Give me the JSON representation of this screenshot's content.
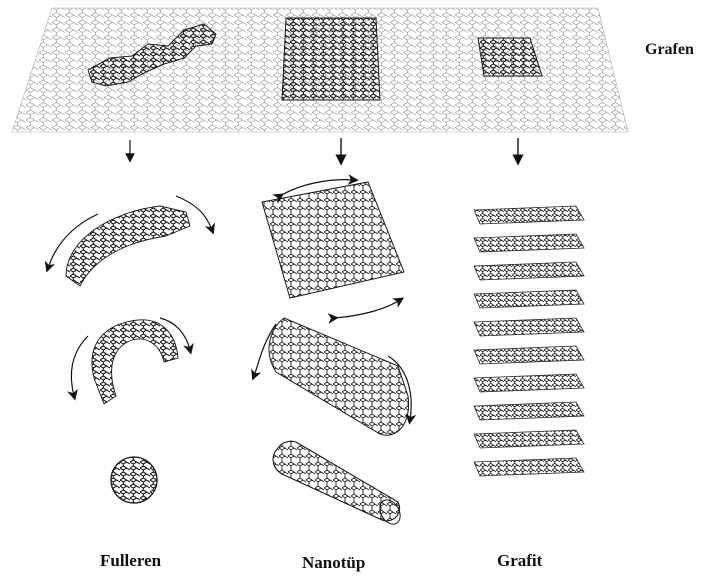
{
  "labels": {
    "graphene": "Grafen",
    "fullerene": "Fulleren",
    "nanotube": "Nanotüp",
    "graphite": "Grafit"
  },
  "colors": {
    "background": "#ffffff",
    "lattice_light": "#9a9a9a",
    "lattice_dark": "#1a1a1a",
    "ink": "#111111"
  },
  "graphite": {
    "layer_count": 10
  }
}
